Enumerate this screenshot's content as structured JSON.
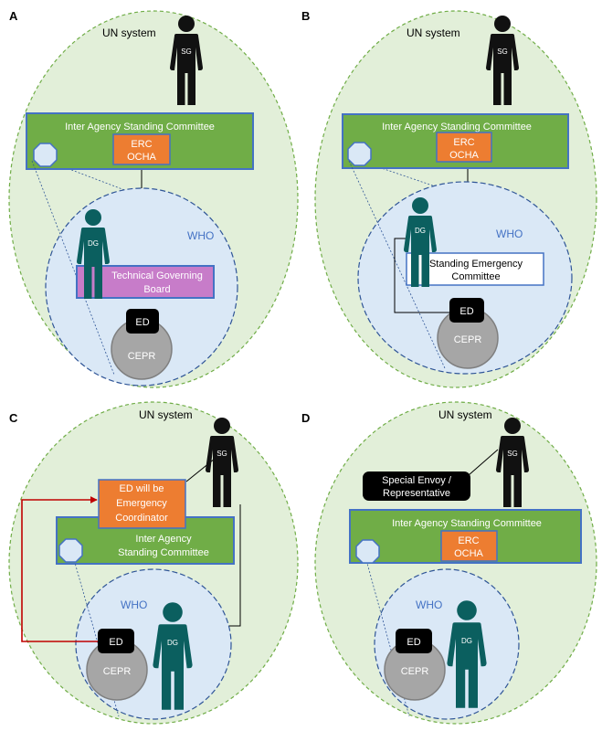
{
  "colors": {
    "un_fill": "#e2efd9",
    "un_border": "#70ad47",
    "who_fill": "#dae8f6",
    "who_border": "#2f5597",
    "iasc_fill": "#70ad47",
    "iasc_border": "#4472c4",
    "erc_fill": "#ed7d31",
    "tgb_fill": "#c77cc9",
    "cepr_fill": "#a6a6a6",
    "ed_fill": "#000000",
    "sg_fill": "#111111",
    "dg_fill": "#0b5f5f",
    "arrow_red": "#c00000"
  },
  "panels": {
    "a": {
      "letter": "A",
      "un_label": "UN system",
      "sg_label": "SG",
      "iasc_label": "Inter Agency Standing Committee",
      "erc_line1": "ERC",
      "erc_line2": "OCHA",
      "who_label": "WHO",
      "dg_label": "DG",
      "tgb_line1": "Technical Governing",
      "tgb_line2": "Board",
      "ed_label": "ED",
      "cepr_label": "CEPR"
    },
    "b": {
      "letter": "B",
      "un_label": "UN system",
      "sg_label": "SG",
      "iasc_label": "Inter Agency Standing Committee",
      "erc_line1": "ERC",
      "erc_line2": "OCHA",
      "who_label": "WHO",
      "dg_label": "DG",
      "sec_line1": "Standing Emergency",
      "sec_line2": "Committee",
      "ed_label": "ED",
      "cepr_label": "CEPR"
    },
    "c": {
      "letter": "C",
      "un_label": "UN system",
      "sg_label": "SG",
      "edc_line1": "ED will be",
      "edc_line2": "Emergency",
      "edc_line3": "Coordinator",
      "iasc_line1": "Inter Agency",
      "iasc_line2": "Standing Committee",
      "who_label": "WHO",
      "dg_label": "DG",
      "ed_label": "ED",
      "cepr_label": "CEPR"
    },
    "d": {
      "letter": "D",
      "un_label": "UN system",
      "sg_label": "SG",
      "envoy_line1": "Special Envoy /",
      "envoy_line2": "Representative",
      "iasc_label": "Inter Agency Standing Committee",
      "erc_line1": "ERC",
      "erc_line2": "OCHA",
      "who_label": "WHO",
      "dg_label": "DG",
      "ed_label": "ED",
      "cepr_label": "CEPR"
    }
  }
}
